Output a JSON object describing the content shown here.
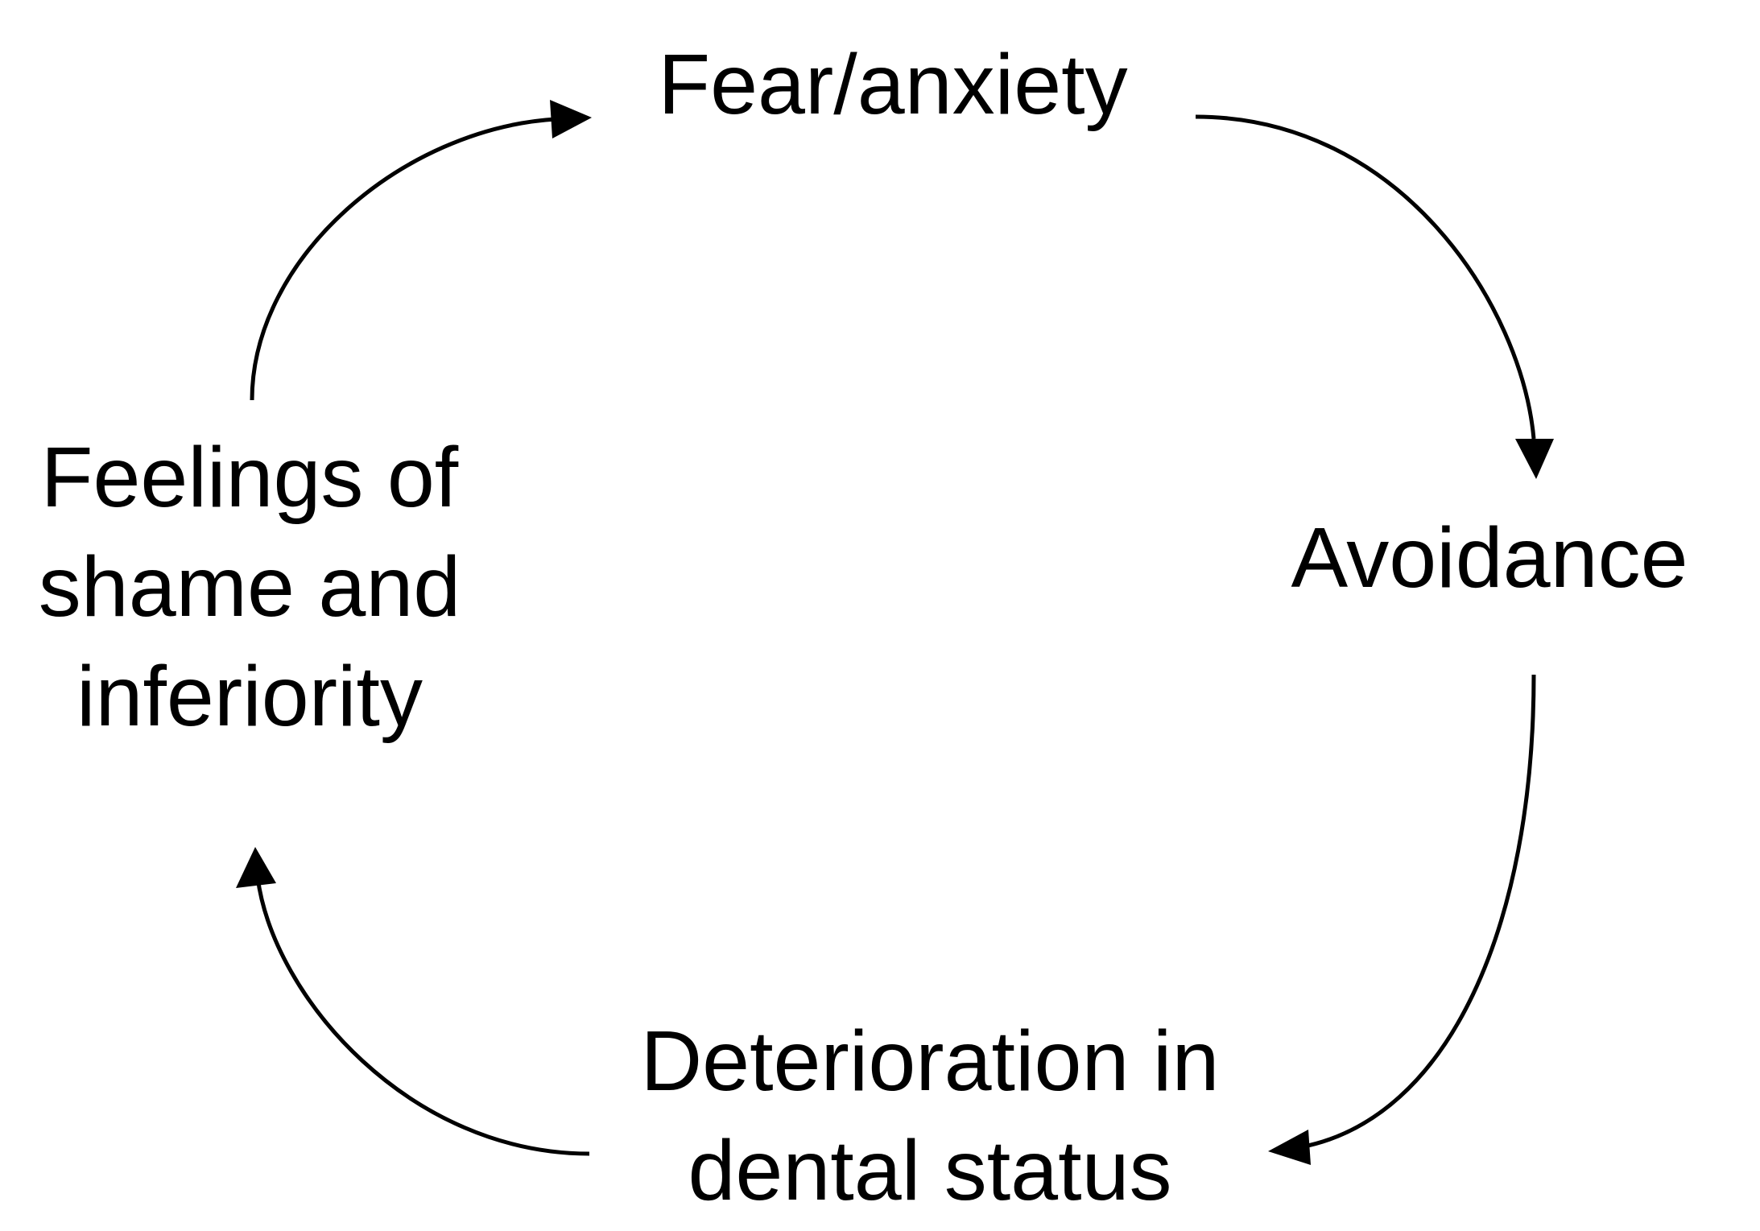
{
  "diagram": {
    "type": "cycle",
    "nodes": [
      {
        "id": "fear",
        "lines": [
          "Fear/anxiety"
        ]
      },
      {
        "id": "avoidance",
        "lines": [
          "Avoidance"
        ]
      },
      {
        "id": "deterioration",
        "lines": [
          "Deterioration in",
          "dental status"
        ]
      },
      {
        "id": "feelings",
        "lines": [
          "Feelings of",
          "shame and",
          "inferiority"
        ]
      }
    ],
    "edges": [
      {
        "from": "fear",
        "to": "avoidance"
      },
      {
        "from": "avoidance",
        "to": "deterioration"
      },
      {
        "from": "deterioration",
        "to": "feelings"
      },
      {
        "from": "feelings",
        "to": "fear"
      }
    ],
    "colors": {
      "text": "#000000",
      "arrow": "#000000",
      "background": "#ffffff"
    }
  }
}
